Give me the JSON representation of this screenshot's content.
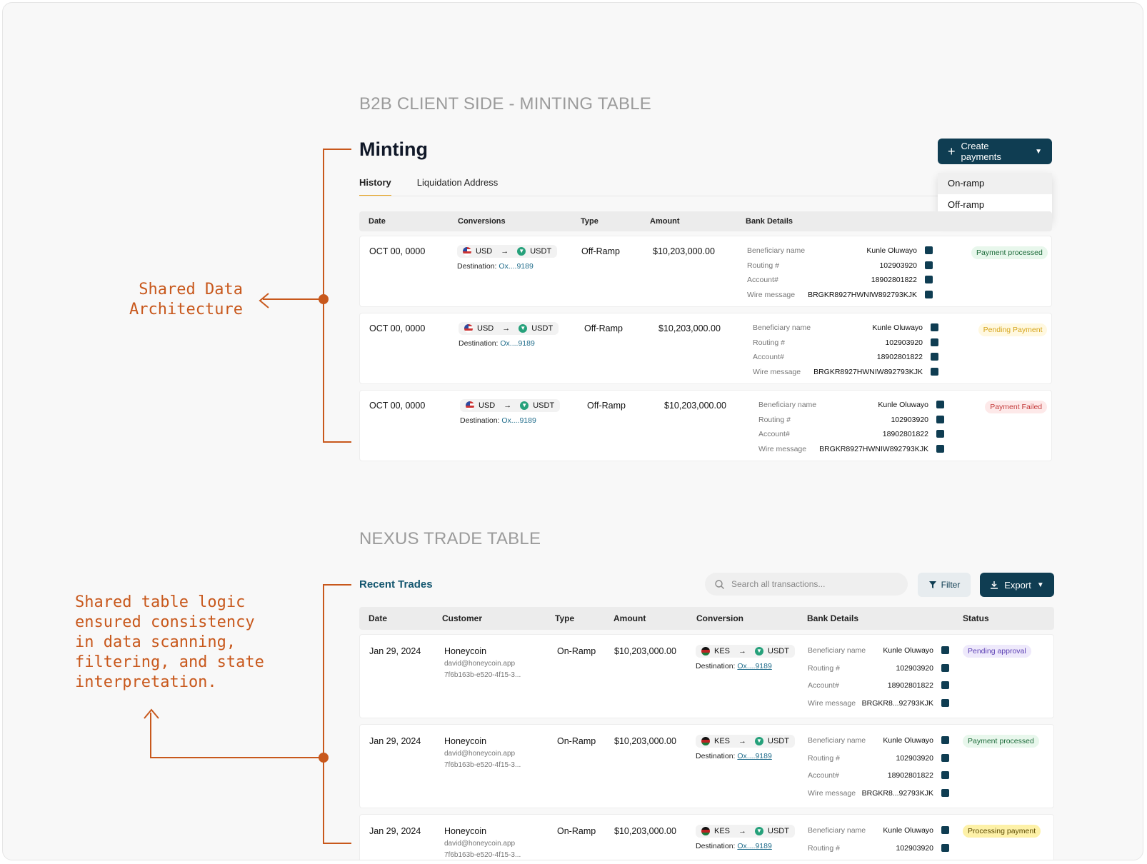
{
  "minting_section_title": "B2B CLIENT SIDE - MINTING TABLE",
  "nexus_section_title": "NEXUS TRADE TABLE",
  "annotations": {
    "shared_data": "Shared Data\nArchitecture",
    "shared_logic": "Shared table logic\nensured consistency\nin data scanning,\nfiltering, and state\ninterpretation."
  },
  "minting": {
    "title": "Minting",
    "create_button": "Create payments",
    "tabs": [
      "History",
      "Liquidation Address"
    ],
    "dropdown": [
      "On-ramp",
      "Off-ramp"
    ],
    "columns": [
      "Date",
      "Conversions",
      "Type",
      "Amount",
      "Bank Details"
    ],
    "bank_labels": [
      "Beneficiary name",
      "Routing #",
      "Account#",
      "Wire message"
    ],
    "dest_label": "Destination:",
    "rows": [
      {
        "date": "OCT 00, 0000",
        "from": "USD",
        "to": "USDT",
        "dest": "Ox....9189",
        "type": "Off-Ramp",
        "amount": "$10,203,000.00",
        "bank": [
          "Kunle Oluwayo",
          "102903920",
          "18902801822",
          "BRGKR8927HWNIW892793KJK"
        ],
        "status": "Payment processed"
      },
      {
        "date": "OCT 00, 0000",
        "from": "USD",
        "to": "USDT",
        "dest": "Ox....9189",
        "type": "Off-Ramp",
        "amount": "$10,203,000.00",
        "bank": [
          "Kunle Oluwayo",
          "102903920",
          "18902801822",
          "BRGKR8927HWNIW892793KJK"
        ],
        "status": "Pending Payment"
      },
      {
        "date": "OCT 00, 0000",
        "from": "USD",
        "to": "USDT",
        "dest": "Ox....9189",
        "type": "Off-Ramp",
        "amount": "$10,203,000.00",
        "bank": [
          "Kunle Oluwayo",
          "102903920",
          "18902801822",
          "BRGKR8927HWNIW892793KJK"
        ],
        "status": "Payment Failed"
      }
    ]
  },
  "nexus": {
    "title": "Recent Trades",
    "search_placeholder": "Search all transactions...",
    "filter_button": "Filter",
    "export_button": "Export",
    "columns": [
      "Date",
      "Customer",
      "Type",
      "Amount",
      "Conversion",
      "Bank Details",
      "Status"
    ],
    "bank_labels": [
      "Beneficiary name",
      "Routing #",
      "Account#",
      "Wire message"
    ],
    "dest_label": "Destination:",
    "rows": [
      {
        "date": "Jan 29, 2024",
        "customer": "Honeycoin",
        "email": "david@honeycoin.app",
        "id": "7f6b163b-e520-4f15-3...",
        "type": "On-Ramp",
        "amount": "$10,203,000.00",
        "from": "KES",
        "to": "USDT",
        "dest": "Ox....9189",
        "bank": [
          "Kunle Oluwayo",
          "102903920",
          "18902801822",
          "BRGKR8...92793KJK"
        ],
        "status": "Pending approval"
      },
      {
        "date": "Jan 29, 2024",
        "customer": "Honeycoin",
        "email": "david@honeycoin.app",
        "id": "7f6b163b-e520-4f15-3...",
        "type": "On-Ramp",
        "amount": "$10,203,000.00",
        "from": "KES",
        "to": "USDT",
        "dest": "Ox....9189",
        "bank": [
          "Kunle Oluwayo",
          "102903920",
          "18902801822",
          "BRGKR8...92793KJK"
        ],
        "status": "Payment processed"
      },
      {
        "date": "Jan 29, 2024",
        "customer": "Honeycoin",
        "email": "david@honeycoin.app",
        "id": "7f6b163b-e520-4f15-3...",
        "type": "On-Ramp",
        "amount": "$10,203,000.00",
        "from": "KES",
        "to": "USDT",
        "dest": "Ox....9189",
        "bank": [
          "Kunle Oluwayo",
          "102903920"
        ],
        "status": "Processing payment"
      }
    ]
  },
  "colors": {
    "accent": "#c8581c",
    "primary": "#0f3d52",
    "link": "#1e6b8a"
  }
}
